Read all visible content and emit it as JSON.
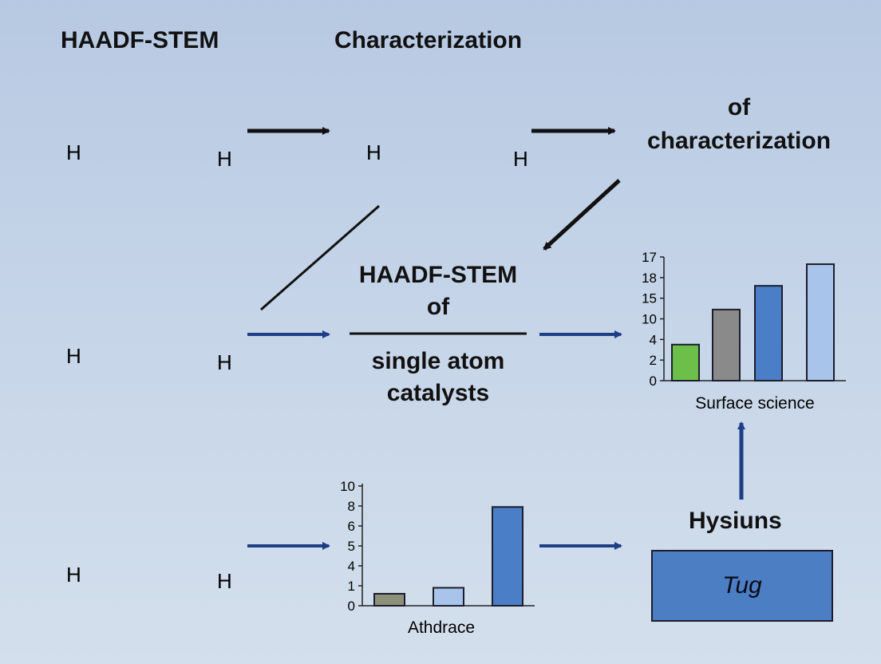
{
  "headings": {
    "top_left": "HAADF-STEM",
    "top_center": "Characterization",
    "right_of_line1": "of",
    "right_of_line2": "characterization",
    "hysiuns": "Hysiuns"
  },
  "center_block": {
    "line1": "HAADF-STEM",
    "line2": "of",
    "line3": "single atom",
    "line4": "catalysts"
  },
  "molecule": {
    "h_label": "H"
  },
  "tu_box": {
    "label": "Tuɡ"
  },
  "colors": {
    "background_top": "#b7c9e2",
    "background_bottom": "#d3dfec",
    "carbon": "#141414",
    "oxygen": "#d62020",
    "nitrogen": "#4a7ec6",
    "hydrogen": "#f2f2f2",
    "arrow_black": "#111111",
    "arrow_blue": "#1e3f86",
    "bar_green": "#6cc04a",
    "bar_gray": "#8a8a8a",
    "bar_blue": "#4a7ec6",
    "bar_lightblue": "#a9c4ea",
    "bar_olive": "#8e9179",
    "tu_box": "#4c7ec4"
  },
  "chart_data": [
    {
      "type": "bar",
      "xlabel": "Surface science",
      "y_tick_labels": [
        "0",
        "2",
        "4",
        "10",
        "15",
        "18",
        "17"
      ],
      "categories": [
        "",
        "",
        "",
        ""
      ],
      "values": [
        1.75,
        3.45,
        4.6,
        5.65
      ],
      "value_note": "values expressed in tick-index units (ticks evenly spaced, labels non-monotonic)",
      "bar_colors": [
        "#6cc04a",
        "#8a8a8a",
        "#4a7ec6",
        "#a9c4ea"
      ]
    },
    {
      "type": "bar",
      "xlabel": "Athdrace",
      "y_tick_labels": [
        "0",
        "1",
        "4",
        "5",
        "6",
        "8",
        "10"
      ],
      "categories": [
        "",
        "",
        ""
      ],
      "values": [
        0.6,
        0.9,
        4.95
      ],
      "value_note": "values expressed in tick-index units (ticks evenly spaced, labels non-monotonic)",
      "bar_colors": [
        "#8e9179",
        "#a9c4ea",
        "#4a7ec6"
      ]
    }
  ]
}
